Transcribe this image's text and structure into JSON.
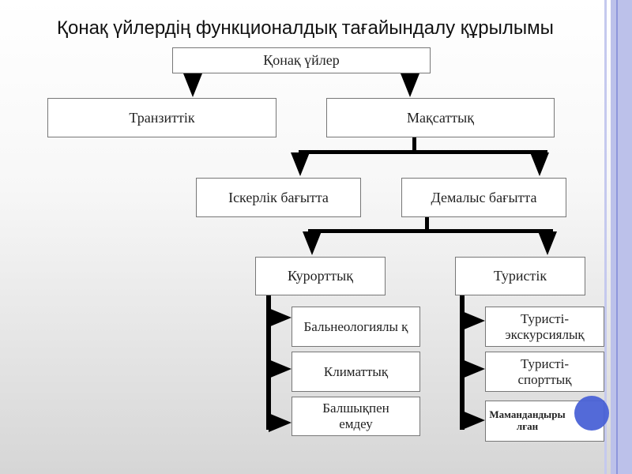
{
  "title": "Қонақ үйлердің функционалдық тағайындалу құрылымы",
  "nodes": {
    "root": "Қонақ үйлер",
    "transit": "Транзиттік",
    "purpose": "Мақсаттық",
    "business": "Іскерлік бағытта",
    "leisure": "Демалыс бағытта",
    "resort": "Курорттық",
    "tourist": "Туристік",
    "balneo": "Бальнеологиялы қ",
    "climate": "Климаттық",
    "mud": "Балшықпен емдеу",
    "excursion": "Туристі-экскурсиялық",
    "sport": "Туристі-спорттық",
    "special": "Мамандандырылған"
  },
  "colors": {
    "cursor": "#4a62d6",
    "stripe": "#b8bde8"
  }
}
